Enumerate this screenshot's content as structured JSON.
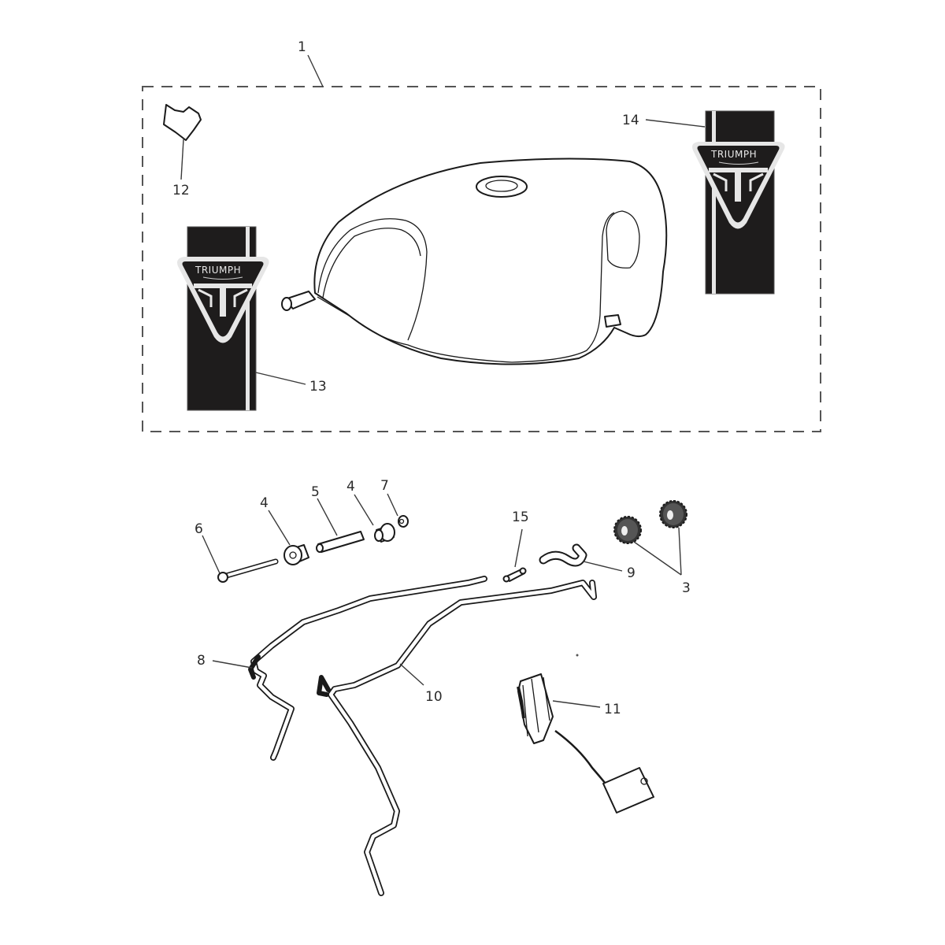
{
  "diagram": {
    "title": "Fuel tank assembly exploded parts diagram",
    "kit_box": {
      "label": "1",
      "style": "dashed"
    },
    "brand_text": "TRIUMPH",
    "callouts": [
      {
        "id": "1",
        "label": "1",
        "part": "fuel-tank-kit"
      },
      {
        "id": "3",
        "label": "3",
        "part": "grommets"
      },
      {
        "id": "4a",
        "label": "4",
        "part": "bush"
      },
      {
        "id": "4b",
        "label": "4",
        "part": "bush"
      },
      {
        "id": "5",
        "label": "5",
        "part": "sleeve"
      },
      {
        "id": "6",
        "label": "6",
        "part": "bolt"
      },
      {
        "id": "7",
        "label": "7",
        "part": "nut"
      },
      {
        "id": "8",
        "label": "8",
        "part": "drain-hose"
      },
      {
        "id": "9",
        "label": "9",
        "part": "hose-elbow"
      },
      {
        "id": "10",
        "label": "10",
        "part": "breather-hose"
      },
      {
        "id": "11",
        "label": "11",
        "part": "fuel-level-sender"
      },
      {
        "id": "12",
        "label": "12",
        "part": "pad"
      },
      {
        "id": "13",
        "label": "13",
        "part": "decal-left"
      },
      {
        "id": "14",
        "label": "14",
        "part": "decal-right"
      },
      {
        "id": "15",
        "label": "15",
        "part": "connector"
      }
    ]
  }
}
